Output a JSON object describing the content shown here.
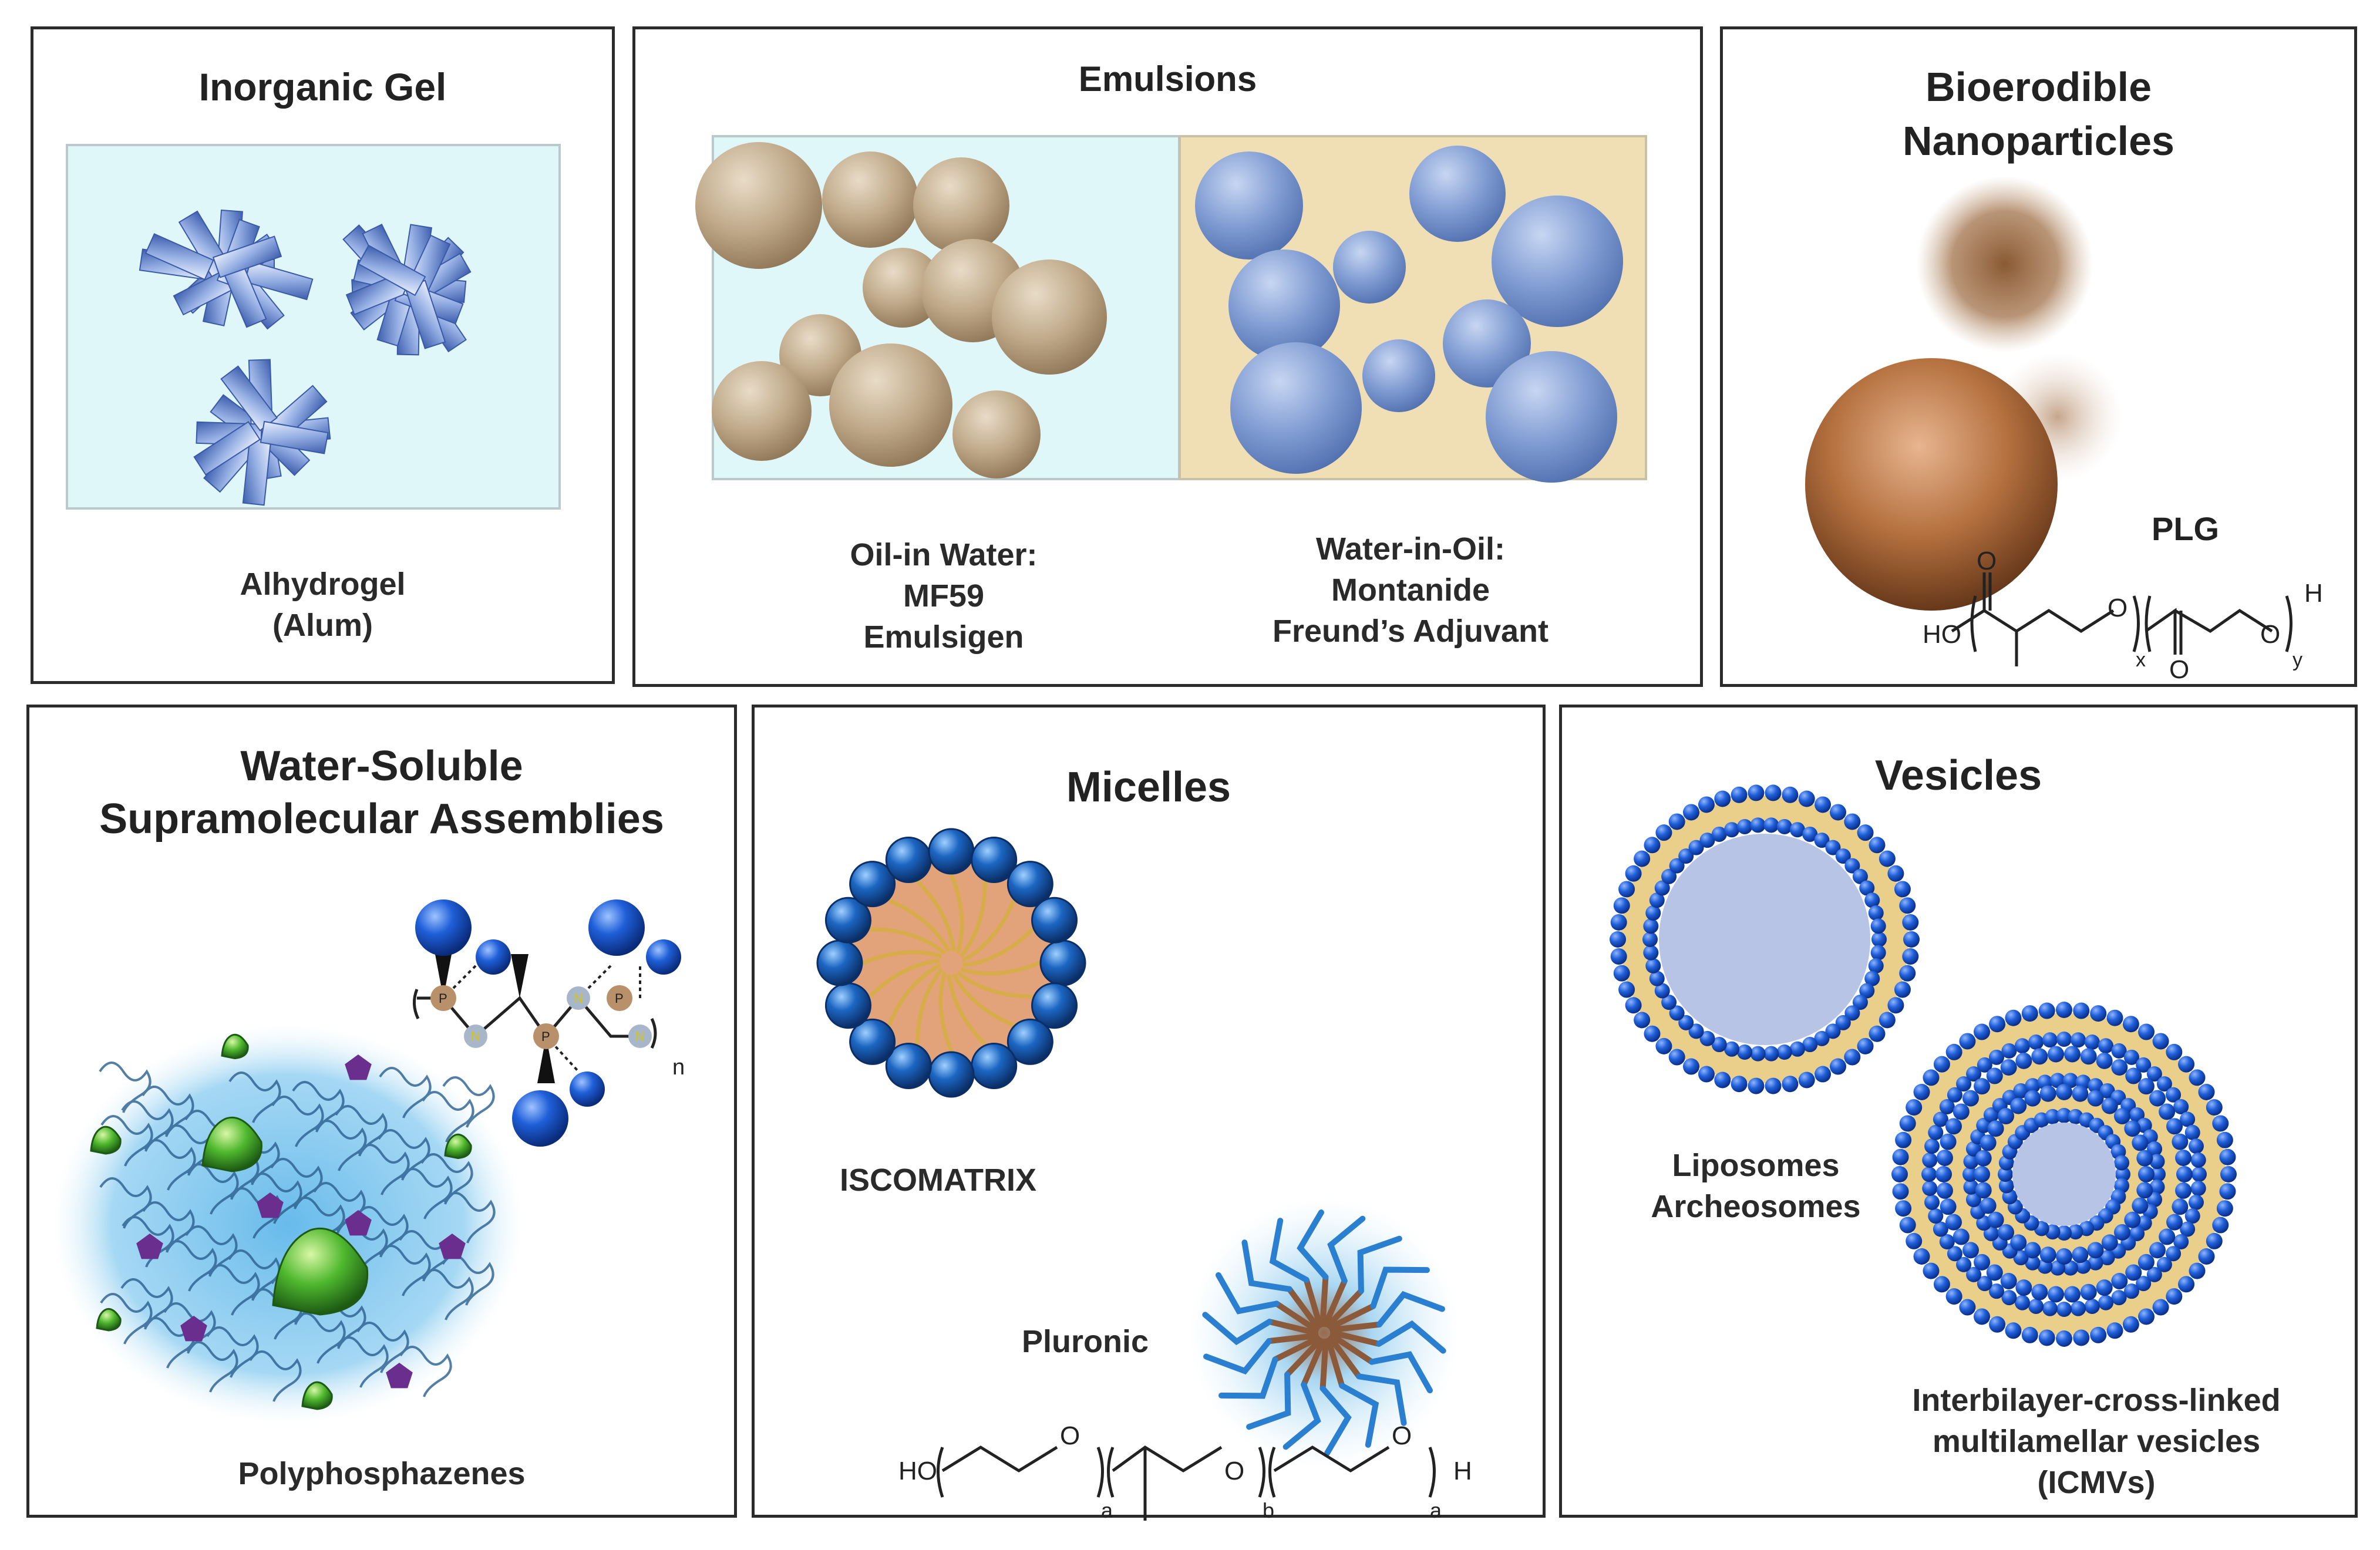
{
  "colors": {
    "panel_border": "#2b2b2b",
    "water_bg": "#dff7f9",
    "oil_bg": "#f0dfb5",
    "tan_sphere": "#bfa888",
    "blue_sphere": "#7f9bd2",
    "head_blue": "#1f5fd8",
    "core_gold": "#d8ac4a",
    "pluronic_blue": "#2a7fd0",
    "pluronic_brown": "#8a5a3a",
    "adjuvant_green": "#4fb82e",
    "pentagon_purple": "#6a2e8e"
  },
  "panels": {
    "inorganic_gel": {
      "title": "Inorganic Gel",
      "label_lines": [
        "Alhydrogel",
        "(Alum)"
      ]
    },
    "emulsions": {
      "title": "Emulsions",
      "oil_in_water_lines": [
        "Oil-in Water:",
        "MF59",
        "Emulsigen"
      ],
      "water_in_oil_lines": [
        "Water-in-Oil:",
        "Montanide",
        "Freund’s Adjuvant"
      ]
    },
    "bioerodible": {
      "title_lines": [
        "Bioerodible",
        "Nanoparticles"
      ],
      "polymer_name": "PLG",
      "chem": {
        "ho": "HO",
        "o": "O",
        "x": "x",
        "y": "y",
        "h": "H"
      }
    },
    "water_soluble": {
      "title_lines": [
        "Water-Soluble",
        "Supramolecular Assemblies"
      ],
      "label": "Polyphosphazenes",
      "chem": {
        "p": "P",
        "n": "N",
        "sub_n": "n"
      }
    },
    "micelles": {
      "title": "Micelles",
      "iscomatrix_label": "ISCOMATRIX",
      "pluronic_label": "Pluronic",
      "chem": {
        "ho": "HO",
        "o": "O",
        "a": "a",
        "b": "b",
        "h": "H"
      }
    },
    "vesicles": {
      "title": "Vesicles",
      "liposome_lines": [
        "Liposomes",
        "Archeosomes"
      ],
      "icmv_lines": [
        "Interbilayer-cross-linked",
        "multilamellar vesicles",
        "(ICMVs)"
      ]
    }
  }
}
